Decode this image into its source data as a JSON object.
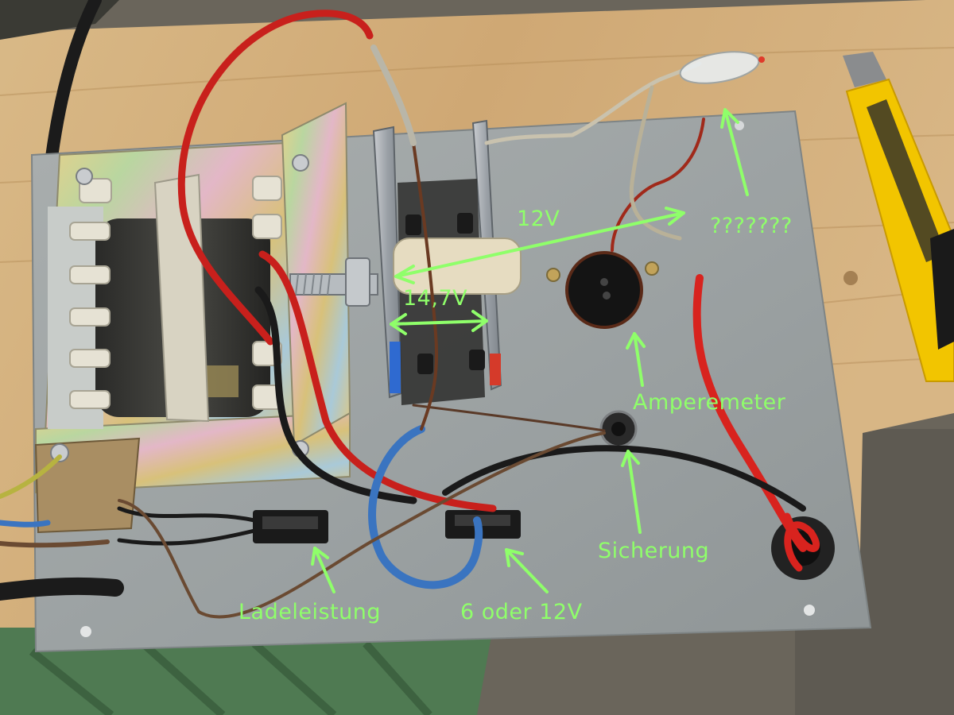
{
  "annotations": {
    "label_12v": "12V",
    "label_147v": "14,7V",
    "label_question": "???????",
    "label_amperemeter": "Amperemeter",
    "label_sicherung": "Sicherung",
    "label_ladeleistung": "Ladeleistung",
    "label_6oder12v": "6 oder 12V"
  },
  "colors": {
    "annotation": "#8fff6a",
    "wood": "#d6b483",
    "plate": "#9ea3a4",
    "wire_red": "#c8201c",
    "wire_blue": "#3a74c0",
    "wire_black": "#1a1a1a",
    "wire_brown": "#6a4a32",
    "cutter_yellow": "#f2c500"
  }
}
